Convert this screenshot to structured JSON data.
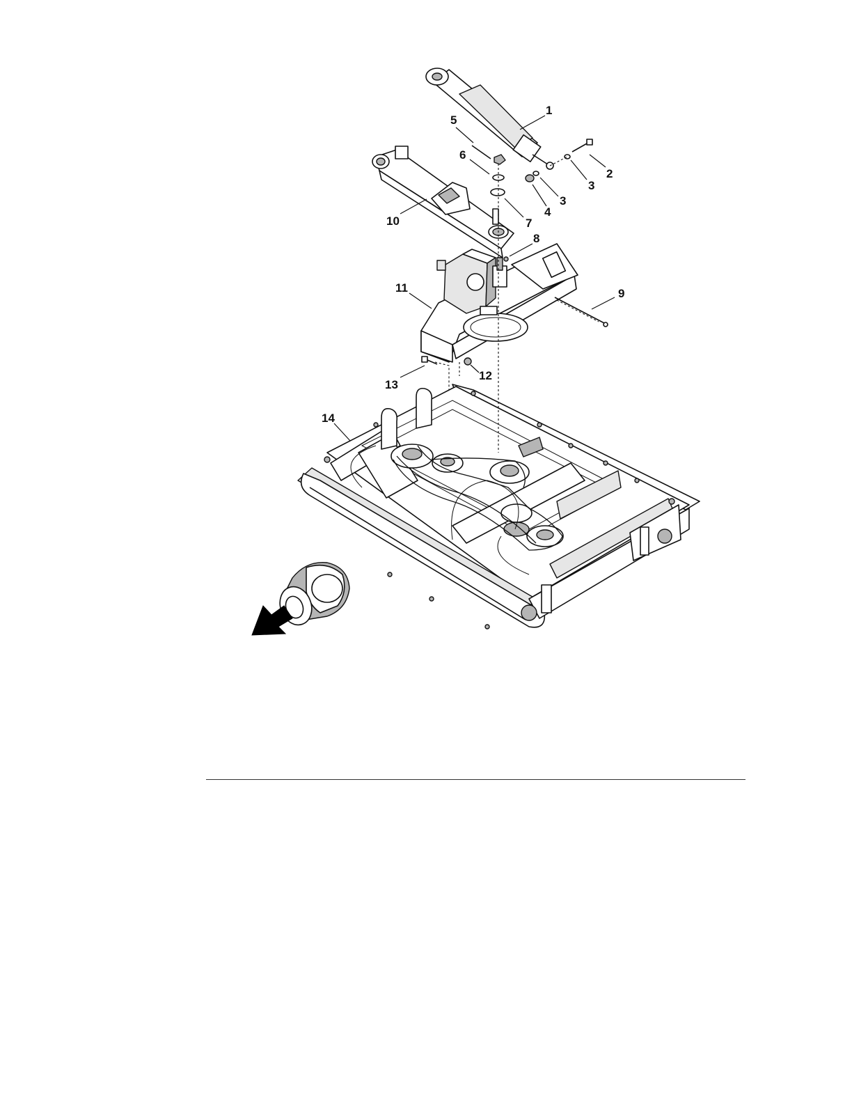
{
  "callouts": [
    {
      "id": "c1",
      "label": "1"
    },
    {
      "id": "c2",
      "label": "2"
    },
    {
      "id": "c3a",
      "label": "3"
    },
    {
      "id": "c3b",
      "label": "3"
    },
    {
      "id": "c4",
      "label": "4"
    },
    {
      "id": "c5",
      "label": "5"
    },
    {
      "id": "c6",
      "label": "6"
    },
    {
      "id": "c7",
      "label": "7"
    },
    {
      "id": "c8",
      "label": "8"
    },
    {
      "id": "c9",
      "label": "9"
    },
    {
      "id": "c10",
      "label": "10"
    },
    {
      "id": "c11",
      "label": "11"
    },
    {
      "id": "c12",
      "label": "12"
    },
    {
      "id": "c13",
      "label": "13"
    },
    {
      "id": "c14",
      "label": "14"
    }
  ],
  "icons": {
    "direction": "forward-direction-arrow-icon",
    "parts": [
      "hydraulic-cylinder-icon",
      "lift-arm-icon",
      "gearbox-icon",
      "mower-deck-icon"
    ]
  },
  "colors": {
    "line": "#111111",
    "background": "#ffffff",
    "shade": "#b5b5b5"
  }
}
